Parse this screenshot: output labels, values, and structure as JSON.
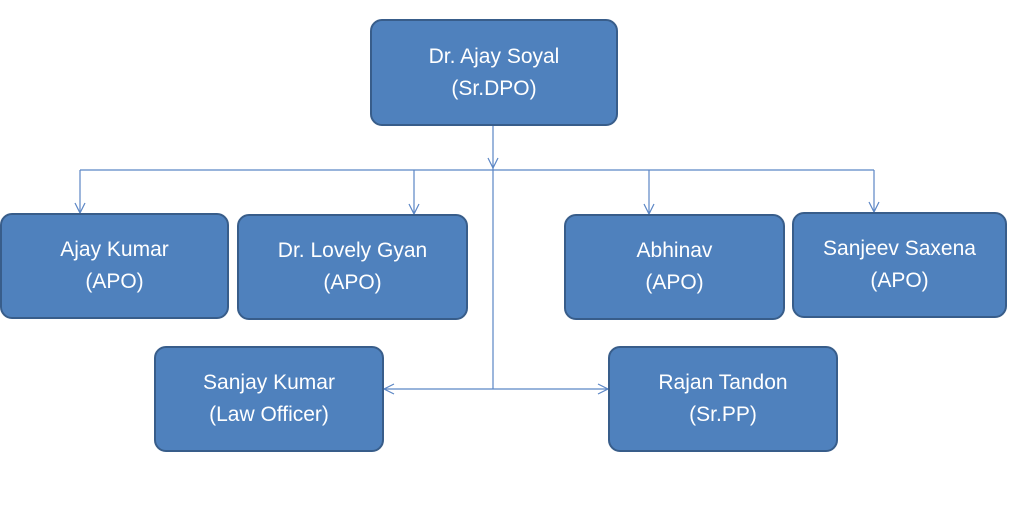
{
  "colors": {
    "box_fill": "#4f81bd",
    "box_border": "#385d8a",
    "box_text": "#ffffff",
    "connector": "#5b86c5"
  },
  "nodes": {
    "soyal": {
      "name": "Dr. Ajay Soyal",
      "role": "(Sr.DPO)"
    },
    "ajay": {
      "name": "Ajay Kumar",
      "role": "(APO)"
    },
    "lovely": {
      "name": "Dr. Lovely Gyan",
      "role": "(APO)"
    },
    "abhinav": {
      "name": "Abhinav",
      "role": "(APO)"
    },
    "sanjeev": {
      "name": "Sanjeev Saxena",
      "role": "(APO)"
    },
    "sanjay": {
      "name": "Sanjay Kumar",
      "role": "(Law Officer)"
    },
    "rajan": {
      "name": "Rajan Tandon",
      "role": "(Sr.PP)"
    }
  },
  "edges": [
    {
      "from": "soyal",
      "to": "ajay"
    },
    {
      "from": "soyal",
      "to": "lovely"
    },
    {
      "from": "soyal",
      "to": "abhinav"
    },
    {
      "from": "soyal",
      "to": "sanjeev"
    },
    {
      "from": "soyal",
      "to": "sanjay"
    },
    {
      "from": "soyal",
      "to": "rajan"
    }
  ]
}
